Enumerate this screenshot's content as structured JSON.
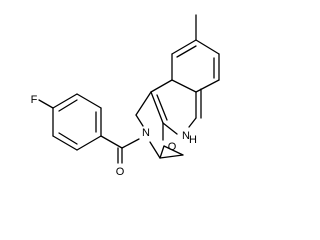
{
  "diagram": {
    "atom_labels": {
      "fluorine": "F",
      "carbonyl_oxygen": "O",
      "amide_nitrogen": "N",
      "ring_nh": "N",
      "ring_h": "H",
      "lactam_oxygen": "O"
    }
  }
}
